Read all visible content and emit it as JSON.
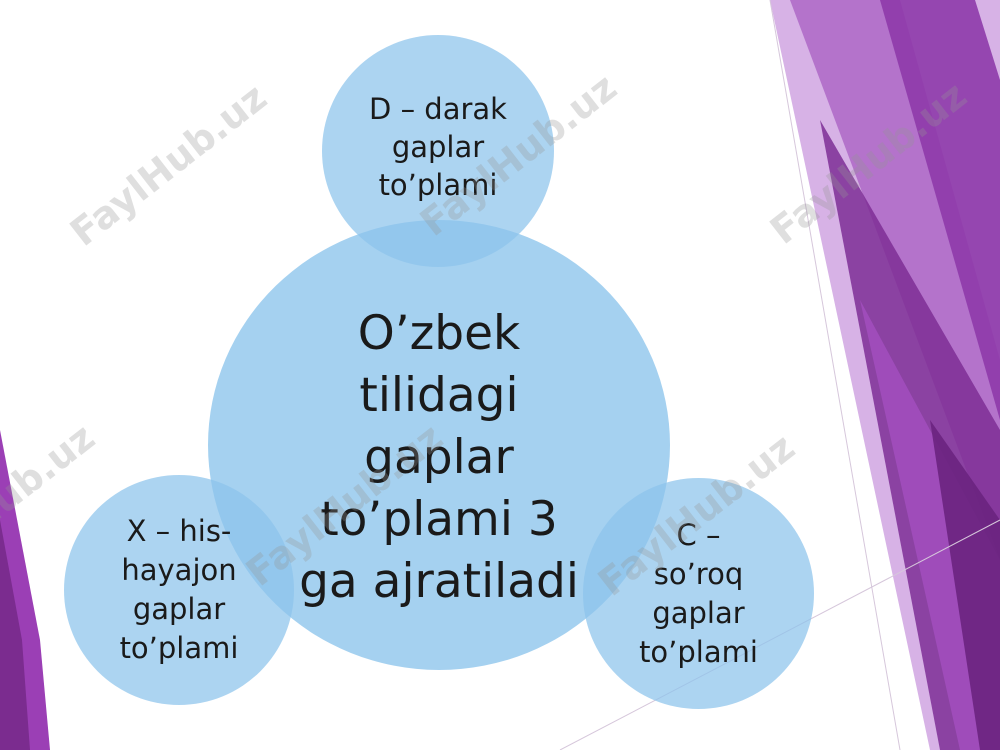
{
  "slide": {
    "center_circle": {
      "text": "O’zbek\ntilidagi\ngaplar\nto’plami 3\nga ajratiladi"
    },
    "top_circle": {
      "text": "D – darak\ngaplar\nto’plami"
    },
    "left_circle": {
      "text": "X – his-\nhayajon\ngaplar\nto’plami"
    },
    "right_circle": {
      "text": "C –\nso’roq\ngaplar\nto’plami"
    },
    "watermark": "FaylHub.uz"
  },
  "colors": {
    "circle_fill": "#8CC4EC",
    "purple_dark": "#7B2C8F",
    "purple_mid": "#9B3FB5",
    "purple_light": "#C27FD6",
    "background": "#FFFFFF"
  }
}
